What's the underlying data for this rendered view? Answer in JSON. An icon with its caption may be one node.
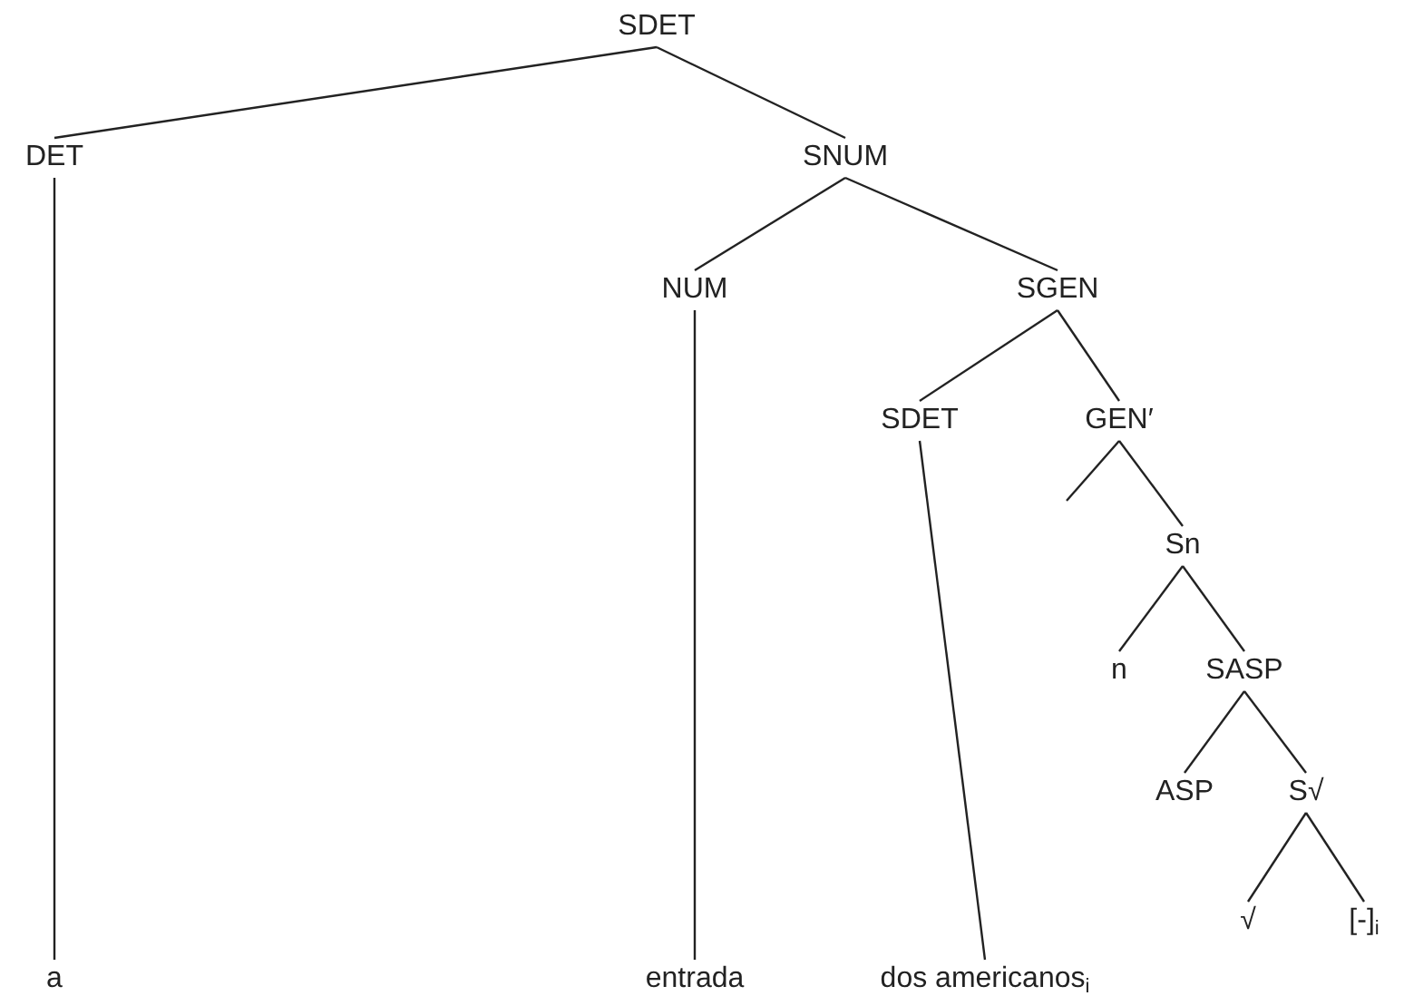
{
  "diagram": {
    "nodes": [
      {
        "text": [
          "SDET"
        ]
      },
      {
        "text": [
          "DET"
        ]
      },
      {
        "text": [
          "SNUM"
        ]
      },
      {
        "text": [
          "NUM"
        ]
      },
      {
        "text": [
          "SGEN"
        ]
      },
      {
        "text": [
          "SDET"
        ]
      },
      {
        "text": [
          "GEN′"
        ]
      },
      {
        "text": [
          "Sn"
        ]
      },
      {
        "text": [
          "n"
        ]
      },
      {
        "text": [
          "SASP"
        ]
      },
      {
        "text": [
          "ASP"
        ]
      },
      {
        "text": [
          "S√"
        ]
      },
      {
        "text": [
          "√"
        ]
      },
      {
        "text": [
          "[-]$_{i}$"
        ]
      },
      {
        "text": [
          "a"
        ]
      },
      {
        "text": [
          "entrada"
        ]
      },
      {
        "text": [
          "dos americanos$_{i}$"
        ]
      }
    ],
    "edges": [
      {
        "from": 0,
        "to": 1,
        "arrow": "none"
      },
      {
        "from": 0,
        "to": 2,
        "arrow": "none"
      },
      {
        "from": 1,
        "to": 14,
        "arrow": "none"
      },
      {
        "from": 2,
        "to": 3,
        "arrow": "none"
      },
      {
        "from": 2,
        "to": 4,
        "arrow": "none"
      },
      {
        "from": 3,
        "to": 15,
        "arrow": "none"
      },
      {
        "from": 4,
        "to": 5,
        "arrow": "none"
      },
      {
        "from": 4,
        "to": 6,
        "arrow": "none"
      },
      {
        "from": 5,
        "to": 16,
        "arrow": "none"
      },
      {
        "from": 6,
        "to": null,
        "arrow": "none"
      },
      {
        "from": 6,
        "to": 7,
        "arrow": "none"
      },
      {
        "from": 7,
        "to": 8,
        "arrow": "none"
      },
      {
        "from": 7,
        "to": 9,
        "arrow": "none"
      },
      {
        "from": 9,
        "to": 10,
        "arrow": "none"
      },
      {
        "from": 9,
        "to": 11,
        "arrow": "none"
      },
      {
        "from": 11,
        "to": 12,
        "arrow": "none"
      },
      {
        "from": 11,
        "to": 13,
        "arrow": "none"
      }
    ]
  }
}
